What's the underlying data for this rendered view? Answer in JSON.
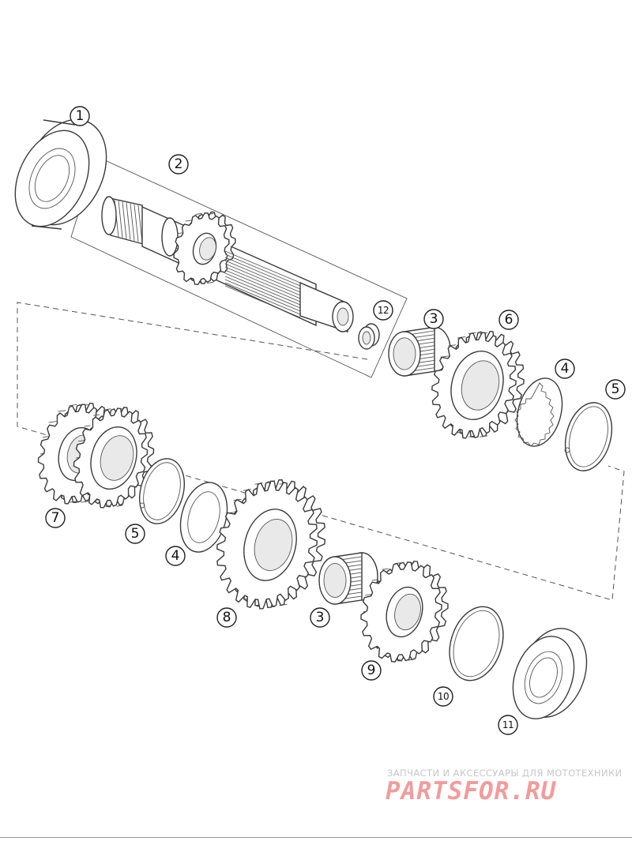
{
  "diagram": {
    "callouts": [
      "1",
      "2",
      "12",
      "3",
      "6",
      "4",
      "5",
      "7",
      "5",
      "4",
      "8",
      "3",
      "9",
      "10",
      "11"
    ]
  },
  "watermark": {
    "tagline": "ЗАПЧАСТИ И АКСЕССУАРЫ ДЛЯ МОТОТЕХНИКИ",
    "logo": "PARTSFOR.RU"
  },
  "colors": {
    "line": "#3a3a3a",
    "watermark_text": "#c7c7c7",
    "watermark_logo": "#f19c9c"
  }
}
